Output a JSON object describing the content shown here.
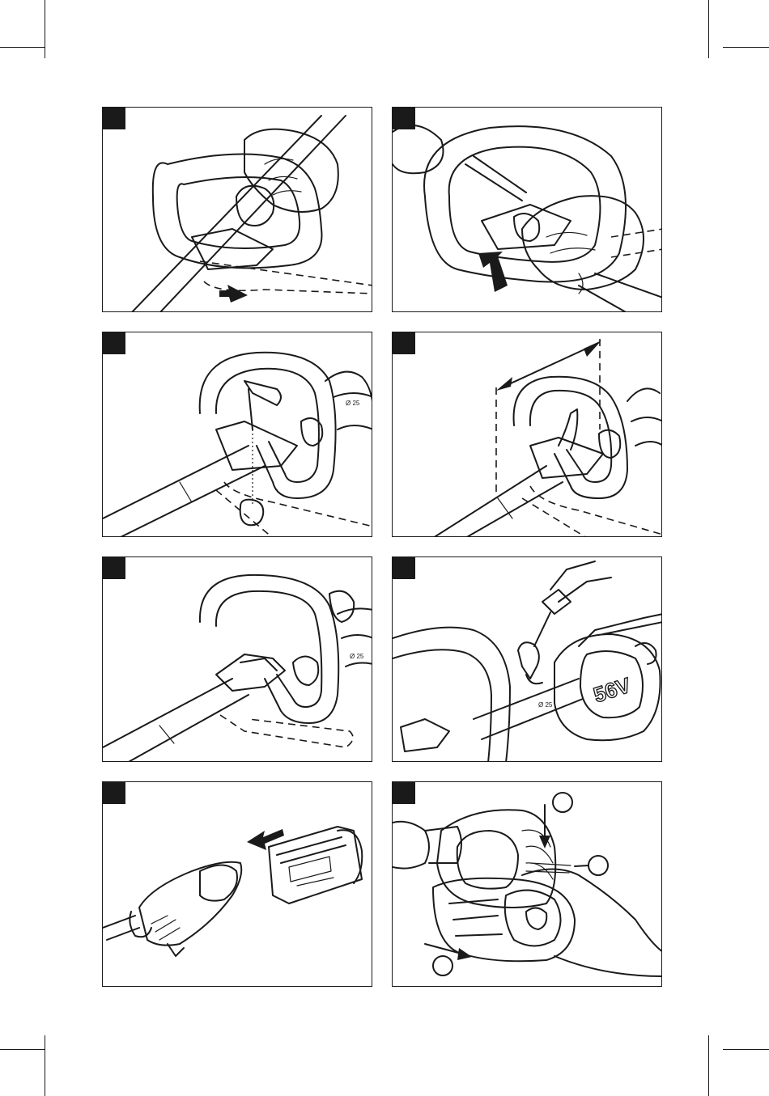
{
  "page": {
    "background": "#ffffff",
    "ink": "#1a1a1a"
  },
  "panels": [
    {
      "name": "figure-1",
      "tab": "",
      "content": "hand-mounting-handle-clamp"
    },
    {
      "name": "figure-2",
      "tab": "",
      "content": "hand-securing-handle-knob"
    },
    {
      "name": "figure-3",
      "tab": "",
      "content": "handle-bolt-nut-exploded"
    },
    {
      "name": "figure-4",
      "tab": "",
      "content": "handle-position-adjust-range"
    },
    {
      "name": "figure-5",
      "tab": "",
      "content": "handle-assembled"
    },
    {
      "name": "figure-6",
      "tab": "",
      "content": "shoulder-strap-hook-on-motor-housing"
    },
    {
      "name": "figure-7",
      "tab": "",
      "content": "battery-insert-into-housing"
    },
    {
      "name": "figure-8",
      "tab": "",
      "content": "battery-release-steps"
    }
  ],
  "markings": {
    "battery_voltage": "56V",
    "tube_label": "Ø 25"
  },
  "step_circles": [
    "",
    "",
    ""
  ]
}
